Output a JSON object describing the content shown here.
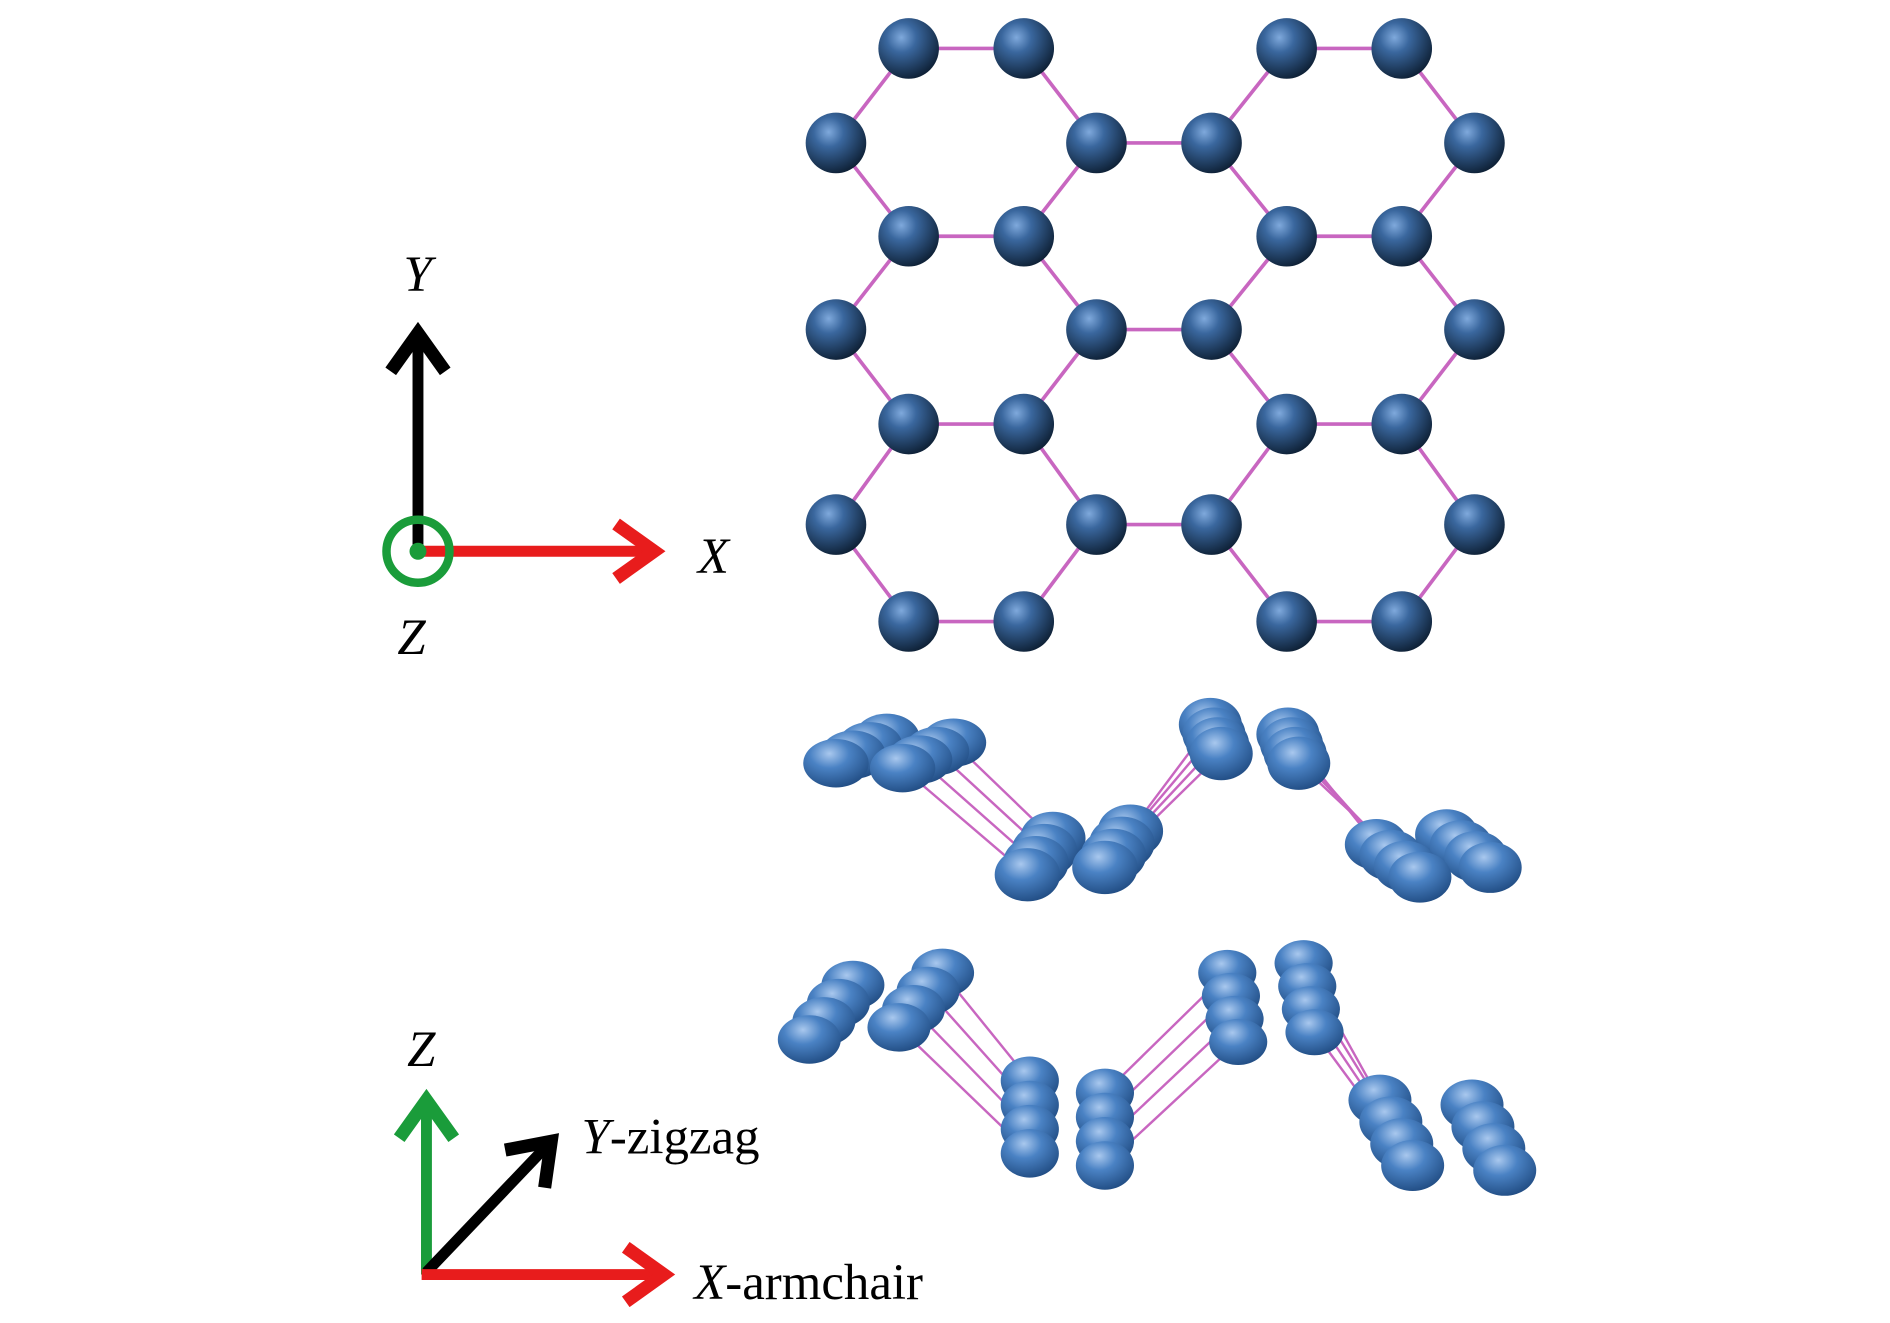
{
  "top_axes": {
    "y_label": "Y",
    "x_label": "X",
    "z_label": "Z"
  },
  "bottom_axes": {
    "z_label": "Z",
    "y_label_axis": "Y",
    "y_label_suffix": "-zigzag",
    "x_label_axis": "X",
    "x_label_suffix": "-armchair"
  },
  "colors": {
    "x_axis": "#e81c1c",
    "y_axis": "#000000",
    "z_axis": "#1a9c3a",
    "bond": "#c866c0",
    "atom_dark": "#1b3556",
    "atom_light": "#4a82c4"
  }
}
